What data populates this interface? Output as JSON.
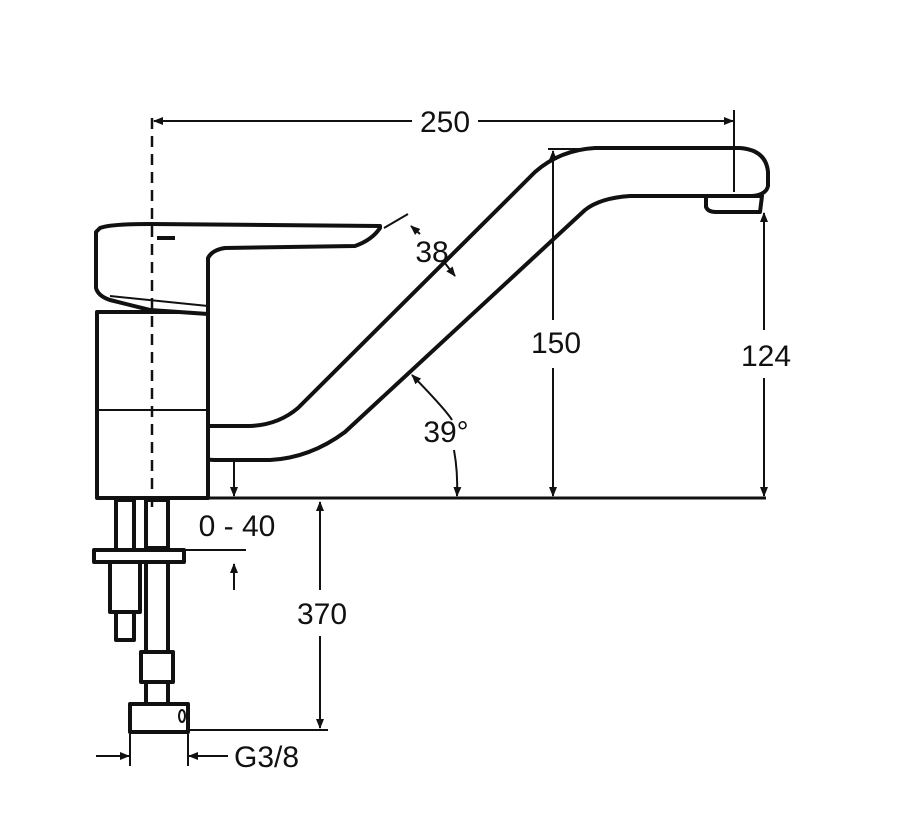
{
  "dimensions": {
    "overall_width": "250",
    "lever_clearance": "38",
    "height_to_top": "150",
    "outlet_height": "124",
    "spout_angle": "39°",
    "mounting_thickness": "0 - 40",
    "hose_length": "370",
    "thread": "G3/8"
  }
}
